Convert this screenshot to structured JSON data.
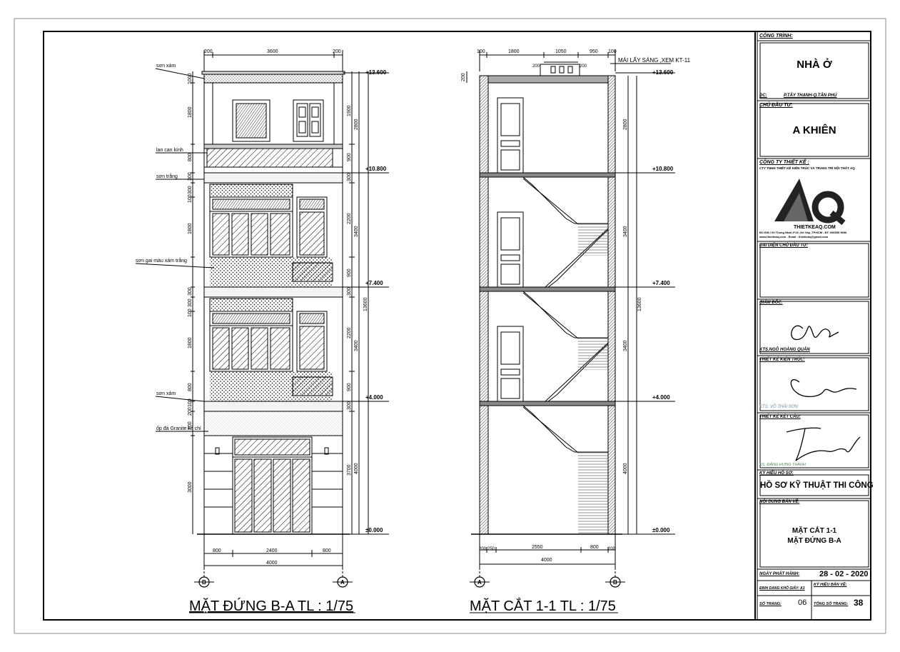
{
  "elevation": {
    "title": "MẶT ĐỨNG B-A TL : 1/75",
    "notes": {
      "son_xam_top": "sơn xám",
      "lan_can": "lan can kính",
      "son_trang": "sơn trắng",
      "son_gai": "sơn gai màu xám trắng",
      "son_xam_low": "sơn xám",
      "op_da": "ốp đá Granite kẻ chỉ"
    },
    "dims_top": [
      "200",
      "3600",
      "200"
    ],
    "dims_bottom": [
      "800",
      "2400",
      "800"
    ],
    "dim_total": "4000",
    "dims_left": [
      "1000",
      "1800",
      "800",
      "300",
      "100",
      "300",
      "1800",
      "300",
      "100",
      "300",
      "1800",
      "800",
      "200",
      "100",
      "700",
      "3000"
    ],
    "dims_right_inner": [
      "1900",
      "900",
      "300",
      "2200",
      "900",
      "300",
      "2200",
      "900",
      "300",
      "3700"
    ],
    "dims_right_outer": [
      "2800",
      "3400",
      "3400",
      "4000"
    ],
    "dim_overall": "13600",
    "levels": [
      "+13.600",
      "+10.800",
      "+7.400",
      "+4.000",
      "±0.000"
    ],
    "grid_left": "B",
    "grid_right": "A"
  },
  "section": {
    "title": "MẶT CẮT 1-1 TL : 1/75",
    "note_skylight": "MÁI LẤY SÁNG ,XEM KT-11",
    "dims_top": [
      "100",
      "1800",
      "1050",
      "950",
      "100"
    ],
    "dims_top_small": [
      "200",
      "200"
    ],
    "dims_bottom": [
      "200",
      "250",
      "2550",
      "800",
      "200"
    ],
    "dim_total": "4000",
    "dims_left": [
      "200"
    ],
    "dims_right": [
      "2800",
      "3400",
      "3400",
      "4000"
    ],
    "dim_overall": "13600",
    "levels": [
      "+13.600",
      "+10.800",
      "+7.400",
      "+4.000",
      "±0.000"
    ],
    "grid_left": "A",
    "grid_right": "B"
  },
  "titleblock": {
    "cong_trinh_label": "CÔNG TRÌNH:",
    "cong_trinh": "NHÀ Ở",
    "dc_label": "ĐC:",
    "dc": "P.TÂY THẠNH-Q.TÂN PHÚ",
    "chu_dau_tu_label": "CHỦ ĐẦU TƯ:",
    "chu_dau_tu": "A KHIÊN",
    "cty_label": "CÔNG TY THIẾT KẾ :",
    "cty": "CTY TNHH THIẾT KẾ KIẾN TRÚC VÀ TRANG TRÍ NỘI THẤT AQ",
    "logo_letters": "AQ",
    "logo_site": "THIETKEAQ.COM",
    "address": "ĐC:656 / 60 Thống Nhất ,P.16 ,Gò Vấp ,TP.HCM - ĐT: 090555 5656",
    "web": "www.thietkeaq.com - Email : thietkeaq@gmail.com",
    "dai_dien_label": "ĐẠI DIỆN CHỦ ĐẦU TƯ:",
    "giam_doc_label": "GIÁM ĐỐC:",
    "giam_doc": "KTS.NGÔ HOÀNG QUÂN",
    "tk_kt_label": "THIẾT KẾ KIẾN TRÚC:",
    "tk_kt": "KTS. VÕ THÁI SƠN",
    "tk_kc_label": "THIẾT KẾ KẾT CẤU:",
    "tk_kc": "KS. ĐẶNG HƯNG THANH",
    "ky_hieu_label": "KÝ HIỆU HỒ SƠ:",
    "ky_hieu": "HỒ SƠ KỸ THUẬT THI CÔNG",
    "noi_dung_label": "NỘI DUNG BẢN VẼ:",
    "noi_dung_1": "MẶT CẮT 1-1",
    "noi_dung_2": "MẶT ĐỨNG B-A",
    "ngay_label": "NGÀY PHÁT HÀNH:",
    "ngay": "28 - 02 - 2020",
    "kho_giay_label": "ĐỊNH DẠNG KHỔ GIẤY: A3",
    "ky_hieu_bv_label": "KÝ HIỆU BẢN VẼ:",
    "so_trang_label": "SỐ TRANG:",
    "so_trang": "06",
    "tong_so_label": "TỔNG SỐ TRANG:",
    "tong_so": "38"
  }
}
